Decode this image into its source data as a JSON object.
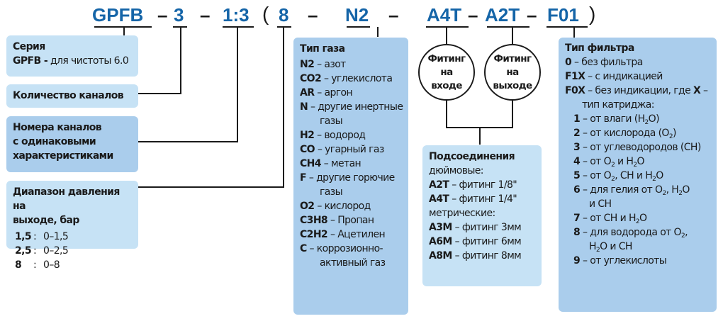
{
  "code_line": {
    "segments": [
      "GPFB",
      "3",
      "1:3",
      "8",
      "N2",
      "A4T",
      "A2T",
      "F01"
    ],
    "dash": "–",
    "open_paren": "(",
    "close_paren": ")"
  },
  "series_box": {
    "title": "Серия",
    "code": "GPFB -",
    "desc": "для чистоты 6.0"
  },
  "channels_box": {
    "title": "Количество каналов"
  },
  "channel_numbers_box": {
    "line1": "Номера каналов",
    "line2": "с одинаковыми",
    "line3": "характеристиками"
  },
  "pressure_box": {
    "title_line1": "Диапазон давления на",
    "title_line2": "выходе, бар",
    "items": [
      {
        "code": "1,5",
        "range": "0–1,5"
      },
      {
        "code": "2,5",
        "range": "0–2,5"
      },
      {
        "code": "8",
        "range": "0–8"
      }
    ]
  },
  "gas_box": {
    "title": "Тип газа",
    "items": [
      {
        "code": "N2",
        "desc": "– азот",
        "cont": ""
      },
      {
        "code": "CO2",
        "desc": "– углекислота",
        "cont": ""
      },
      {
        "code": "AR",
        "desc": "– аргон",
        "cont": ""
      },
      {
        "code": "N",
        "desc": "– другие инертные",
        "cont": "газы"
      },
      {
        "code": "H2",
        "desc": "– водород",
        "cont": ""
      },
      {
        "code": "CO",
        "desc": "– угарный газ",
        "cont": ""
      },
      {
        "code": "CH4",
        "desc": "– метан",
        "cont": ""
      },
      {
        "code": "F",
        "desc": "– другие горючие",
        "cont": "газы"
      },
      {
        "code": "O2",
        "desc": "– кислород",
        "cont": ""
      },
      {
        "code": "C3H8",
        "desc": "– Пропан",
        "cont": ""
      },
      {
        "code": "C2H2",
        "desc": "– Ацетилен",
        "cont": ""
      },
      {
        "code": "C",
        "desc": "– коррозионно-",
        "cont": "активный газ"
      }
    ]
  },
  "fitting_circles": {
    "inlet": {
      "l1": "Фитинг",
      "l2": "на",
      "l3": "входе"
    },
    "outlet": {
      "l1": "Фитинг",
      "l2": "на",
      "l3": "выходе"
    }
  },
  "connections_box": {
    "title": "Подсоединения",
    "inch_label": "дюймовые:",
    "inch_items": [
      {
        "code": "A2T",
        "desc": "– фитинг 1/8\""
      },
      {
        "code": "A4T",
        "desc": "– фитинг 1/4\""
      }
    ],
    "metric_label": "метрические:",
    "metric_items": [
      {
        "code": "A3M",
        "desc": "– фитинг 3мм"
      },
      {
        "code": "A6M",
        "desc": "– фитинг 6мм"
      },
      {
        "code": "A8M",
        "desc": "– фитинг 8мм"
      }
    ]
  },
  "filter_box": {
    "title": "Тип фильтра",
    "opt0": {
      "code": "0",
      "desc": "– без фильтра"
    },
    "opt1": {
      "code": "F1X",
      "desc": "– с индикацией"
    },
    "opt2": {
      "code": "F0X",
      "desc": "– без индикации, где",
      "x": "X",
      "dash": "–"
    },
    "cartridge_label": "тип катриджа:",
    "cartridges": [
      {
        "code": "1",
        "html": "– от влаги (H<sub>2</sub>O)"
      },
      {
        "code": "2",
        "html": "– от кислорода (O<sub>2</sub>)"
      },
      {
        "code": "3",
        "html": "– от углеводородов (CH)"
      },
      {
        "code": "4",
        "html": "– от O<sub>2</sub> и H<sub>2</sub>O"
      },
      {
        "code": "5",
        "html": "– от O<sub>2</sub>, CH и H<sub>2</sub>O"
      },
      {
        "code": "6",
        "html": "– для гелия от O<sub>2</sub>, H<sub>2</sub>O",
        "cont": "и CH"
      },
      {
        "code": "7",
        "html": "– от CH и H<sub>2</sub>O"
      },
      {
        "code": "8",
        "html": "– для водорода от O<sub>2</sub>,",
        "cont_html": "H<sub>2</sub>O и CH"
      },
      {
        "code": "9",
        "html": "– от углекислоты"
      }
    ]
  }
}
